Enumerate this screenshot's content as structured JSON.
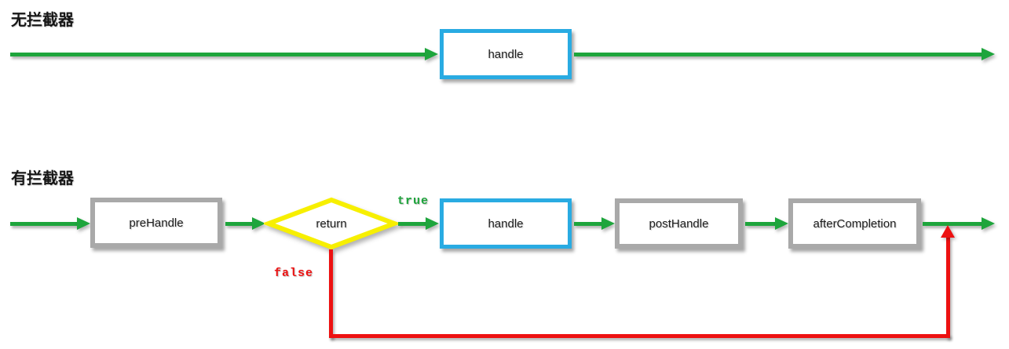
{
  "no_interceptor": {
    "title": "无拦截器",
    "handle": "handle"
  },
  "with_interceptor": {
    "title": "有拦截器",
    "pre_handle": "preHandle",
    "decision": "return",
    "branch_true": "true",
    "branch_false": "false",
    "handle": "handle",
    "post_handle": "postHandle",
    "after_completion": "afterCompletion"
  },
  "colors": {
    "flow_green": "#1ea53c",
    "handle_blue": "#29abe2",
    "box_gray": "#a9a9a9",
    "diamond_yellow": "#f7ef00",
    "loop_red": "#ed1111",
    "text_dark": "#1d1d1d"
  }
}
